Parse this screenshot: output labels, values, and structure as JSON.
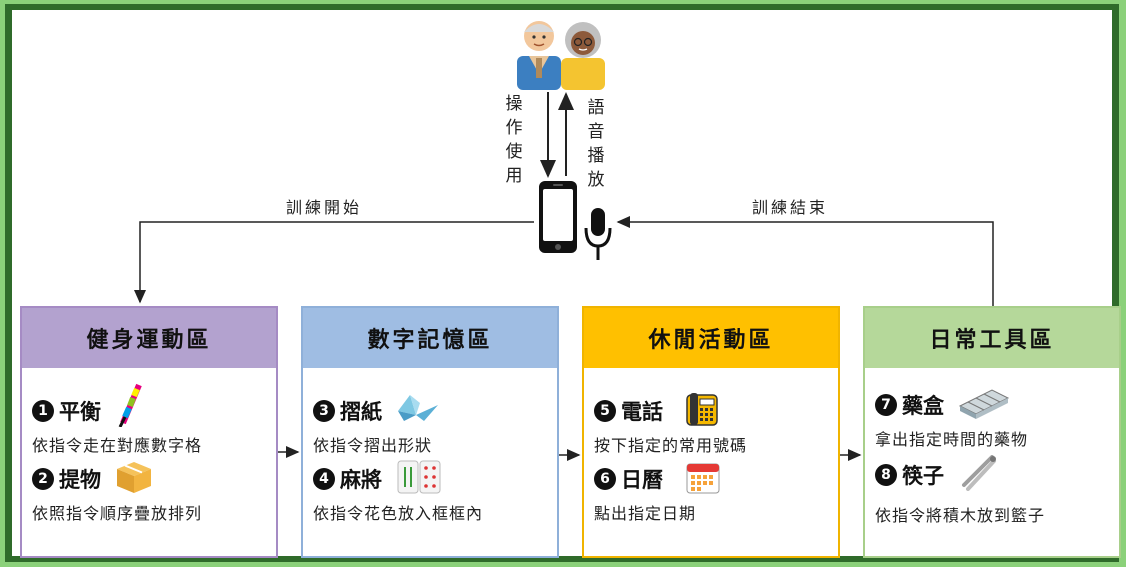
{
  "elderly_users": {
    "operate_label": "操作使用",
    "voice_label": "語音播放"
  },
  "flow": {
    "start_label": "訓練開始",
    "end_label": "訓練結束"
  },
  "zones": [
    {
      "title": "健身運動區",
      "color": "#a58bc4",
      "header_bg": "#b3a2cf",
      "items": [
        {
          "num": "1",
          "name": "平衡",
          "desc": "依指令走在對應數字格",
          "icon": "balance-stick-icon"
        },
        {
          "num": "2",
          "name": "提物",
          "desc": "依照指令順序疊放排列",
          "icon": "box-icon"
        }
      ]
    },
    {
      "title": "數字記憶區",
      "color": "#8fb0d9",
      "header_bg": "#9fbde3",
      "items": [
        {
          "num": "3",
          "name": "摺紙",
          "desc": "依指令摺出形狀",
          "icon": "paper-crane-icon"
        },
        {
          "num": "4",
          "name": "麻將",
          "desc": "依指令花色放入框框內",
          "icon": "mahjong-icon"
        }
      ]
    },
    {
      "title": "休閒活動區",
      "color": "#f0b400",
      "header_bg": "#ffc000",
      "items": [
        {
          "num": "5",
          "name": "電話",
          "desc": "按下指定的常用號碼",
          "icon": "telephone-icon"
        },
        {
          "num": "6",
          "name": "日曆",
          "desc": "點出指定日期",
          "icon": "calendar-icon"
        }
      ]
    },
    {
      "title": "日常工具區",
      "color": "#a8cf8a",
      "header_bg": "#b5d89a",
      "items": [
        {
          "num": "7",
          "name": "藥盒",
          "desc": "拿出指定時間的藥物",
          "icon": "pill-box-icon"
        },
        {
          "num": "8",
          "name": "筷子",
          "desc": "依指令將積木放到籃子",
          "icon": "tongs-icon"
        }
      ]
    }
  ]
}
